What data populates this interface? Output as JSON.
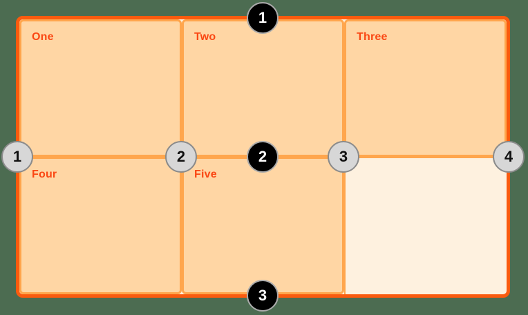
{
  "canvas": {
    "background_color": "#4C6C51"
  },
  "grid": {
    "cells": [
      {
        "label": "One"
      },
      {
        "label": "Two"
      },
      {
        "label": "Three"
      },
      {
        "label": "Four"
      },
      {
        "label": "Five"
      }
    ],
    "empty_cells": 1,
    "columns": 3,
    "rows": 2
  },
  "row_line_numbers": {
    "labels": [
      "1",
      "2",
      "3"
    ]
  },
  "column_line_numbers": {
    "labels": [
      "1",
      "2",
      "3",
      "4"
    ]
  },
  "palette": {
    "background": "#4C6C51",
    "container_border": "#FA5B0F",
    "container_background": "#FEF1DF",
    "cell_background": "#FFD6A4",
    "cell_border": "#FFA64D",
    "cell_label_color": "#FA4713",
    "row_marker_fill": "#000000",
    "row_marker_ring": "#ABABAB",
    "row_marker_text": "#FFFFFF",
    "column_marker_fill": "#D7D7D7",
    "column_marker_ring": "#8B8B8B",
    "column_marker_text": "#111111"
  }
}
